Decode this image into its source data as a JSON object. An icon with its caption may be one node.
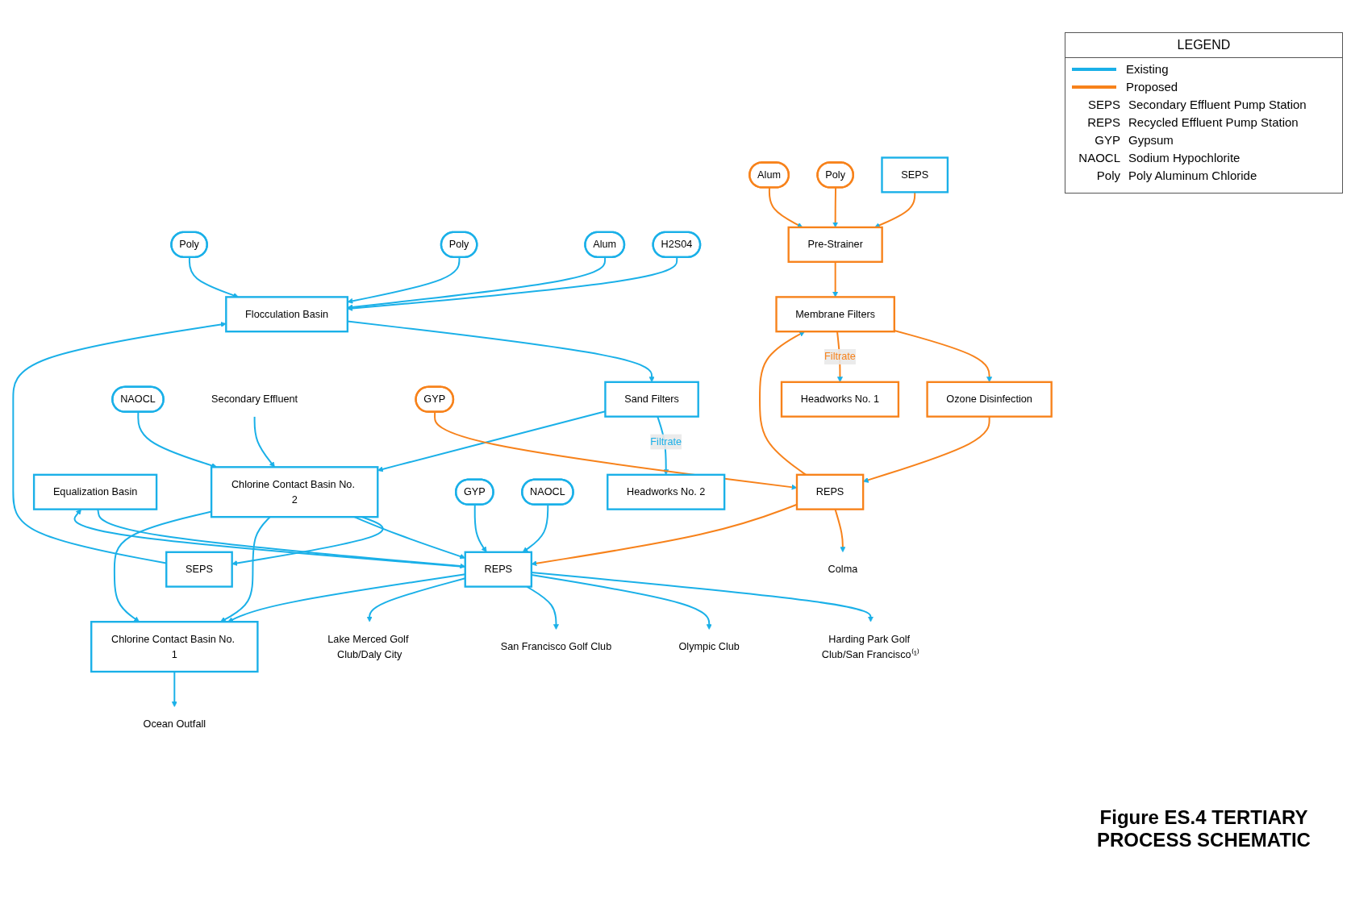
{
  "diagram": {
    "title": "Figure ES.4 TERTIARY PROCESS SCHEMATIC",
    "nodes": [
      {
        "text": [
          "Headworks No. 2"
        ]
      },
      {
        "text": [
          "Equalization Basin"
        ]
      },
      {
        "text": [
          "Harding Park Golf Club/San Francisco⁽¹⁾"
        ]
      },
      {
        "text": [
          "Poly"
        ]
      },
      {
        "text": [
          "Flocculation Basin"
        ]
      },
      {
        "text": [
          "Sand Filters"
        ]
      },
      {
        "text": [
          "Olympic Club"
        ]
      },
      {
        "text": [
          "Poly"
        ]
      },
      {
        "text": [
          "Alum"
        ]
      },
      {
        "text": [
          "H2S04"
        ]
      },
      {
        "text": [
          "San Francisco Golf Club"
        ]
      },
      {
        "text": [
          "NAOCL"
        ]
      },
      {
        "text": [
          "Lake Merced Golf Club/Daly City"
        ]
      },
      {
        "text": [
          "SEPS"
        ]
      },
      {
        "text": [
          "Chlorine Contact Basin No. 2"
        ]
      },
      {
        "text": [
          "REPS"
        ]
      },
      {
        "text": [
          "SEPS"
        ]
      },
      {
        "text": [
          "GYP"
        ]
      },
      {
        "text": [
          "NAOCL"
        ]
      },
      {
        "text": [
          "Secondary Effluent"
        ]
      },
      {
        "text": [
          "Poly"
        ]
      },
      {
        "text": [
          "Chlorine Contact Basin No. 1"
        ]
      },
      {
        "text": [
          "Ocean Outfall"
        ]
      },
      {
        "text": [
          "Alum"
        ]
      },
      {
        "text": [
          "GYP"
        ]
      },
      {
        "text": [
          "REPS"
        ]
      },
      {
        "text": [
          "Pre-Strainer"
        ]
      },
      {
        "text": [
          "Membrane Filters"
        ]
      },
      {
        "text": [
          "Ozone Disinfection"
        ]
      },
      {
        "text": [
          "Colma"
        ]
      },
      {
        "text": [
          "Headworks No. 1"
        ]
      }
    ],
    "edges": [
      {
        "from": 5,
        "to": 0,
        "arrow": "to",
        "label": "Filtrate"
      },
      {
        "from": 3,
        "to": 4,
        "arrow": "to"
      },
      {
        "from": 4,
        "to": 5,
        "arrow": "to"
      },
      {
        "from": 7,
        "to": 4,
        "arrow": "to"
      },
      {
        "from": 8,
        "to": 4,
        "arrow": "to"
      },
      {
        "from": 9,
        "to": 4,
        "arrow": "to"
      },
      {
        "from": 13,
        "to": 4,
        "arrow": "to"
      },
      {
        "from": 5,
        "to": 14,
        "arrow": "to"
      },
      {
        "from": 11,
        "to": 14,
        "arrow": "to"
      },
      {
        "from": 14,
        "to": 13,
        "arrow": "to"
      },
      {
        "from": 19,
        "to": 14,
        "arrow": "to"
      },
      {
        "from": 14,
        "to": 15,
        "arrow": "to"
      },
      {
        "from": 17,
        "to": 15,
        "arrow": "to"
      },
      {
        "from": 18,
        "to": 15,
        "arrow": "to"
      },
      {
        "from": 1,
        "to": 15,
        "arrow": "to"
      },
      {
        "from": 15,
        "to": 1,
        "arrow": "to"
      },
      {
        "from": 15,
        "to": 2,
        "arrow": "to"
      },
      {
        "from": 15,
        "to": 6,
        "arrow": "to"
      },
      {
        "from": 15,
        "to": 10,
        "arrow": "to"
      },
      {
        "from": 15,
        "to": 12,
        "arrow": "to"
      },
      {
        "from": 14,
        "to": 21,
        "arrow": "to"
      },
      {
        "from": 14,
        "to": 21,
        "arrow": "to"
      },
      {
        "from": 15,
        "to": 21,
        "arrow": "to"
      },
      {
        "from": 21,
        "to": 22,
        "arrow": "to"
      },
      {
        "from": 16,
        "to": 26,
        "arrow": "to",
        "color": "#f7821b"
      },
      {
        "from": 20,
        "to": 26,
        "arrow": "to",
        "color": "#f7821b"
      },
      {
        "from": 23,
        "to": 26,
        "arrow": "to",
        "color": "#f7821b"
      },
      {
        "from": 26,
        "to": 27,
        "arrow": "to",
        "color": "#f7821b"
      },
      {
        "from": 27,
        "to": 28,
        "arrow": "to",
        "color": "#f7821b"
      },
      {
        "from": 28,
        "to": 25,
        "arrow": "to",
        "color": "#f7821b"
      },
      {
        "from": 24,
        "to": 25,
        "arrow": "to",
        "color": "#f7821b"
      },
      {
        "from": 25,
        "to": 29,
        "arrow": "to",
        "color": "#f7821b"
      },
      {
        "from": 25,
        "to": 15,
        "arrow": "to",
        "color": "#f7821b"
      },
      {
        "from": 25,
        "to": 27,
        "arrow": "to",
        "color": "#f7821b"
      },
      {
        "from": 27,
        "to": 30,
        "arrow": "to",
        "label": "Filtrate",
        "color": "#f7821b"
      }
    ],
    "labels": [
      "LEGEND",
      "SEPS",
      "Secondary Effluent Pump Station",
      "REPS",
      "Recycled Effluent Pump Station",
      "GYP",
      "Gypsum",
      "NAOCL",
      "Sodium Hypochlorite",
      "Poly",
      "Poly Aluminum Chloride"
    ],
    "legend": [
      {
        "text": "Existing",
        "color": "#1ab0e8"
      },
      {
        "text": "Proposed",
        "color": "#f7821b"
      }
    ]
  }
}
